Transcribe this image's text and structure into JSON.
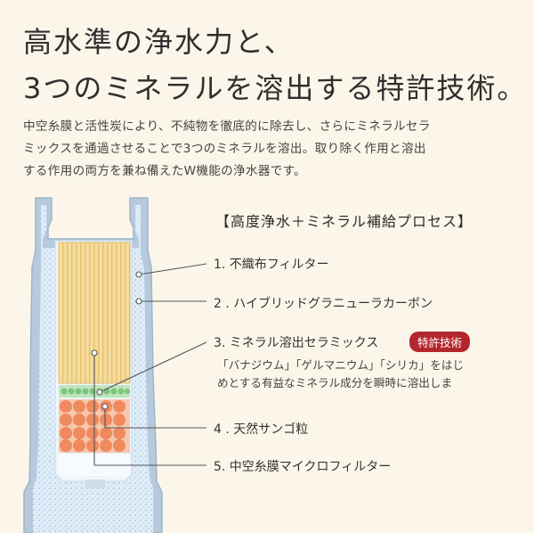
{
  "headline": {
    "line1": "高水準の浄水力と、",
    "line2": "3つのミネラルを溶出する特許技術。"
  },
  "description": {
    "lines": [
      "中空糸膜と活性炭により、不純物を徹底的に除去し、さらにミネラルセラ",
      "ミックスを通過させることで3つのミネラルを溶出。取り除く作用と溶出",
      "する作用の両方を兼ね備えたW機能の浄水器です。"
    ]
  },
  "process": {
    "title": "【高度浄水＋ミネラル補給プロセス】",
    "labels": [
      "1. 不織布フィルター",
      "2 . ハイブリッドグラニューラカーボン",
      "3. ミネラル溶出セラミックス",
      "4 . 天然サンゴ粒",
      "5. 中空糸膜マイクロフィルター"
    ],
    "patent_badge": "特許技術",
    "mineral_desc": [
      "「バナジウム」「ゲルマニウム」「シリカ」をはじ",
      "めとする有益なミネラル成分を瞬時に溶出しま"
    ]
  },
  "colors": {
    "background": "#fbf6e9",
    "housing": "#a9c0d6",
    "water": "#d9e9f6",
    "carbon": "#f3d48c",
    "ceramic": "#8fcf8f",
    "coral": "#ef8a60",
    "badge": "#b3262d"
  }
}
